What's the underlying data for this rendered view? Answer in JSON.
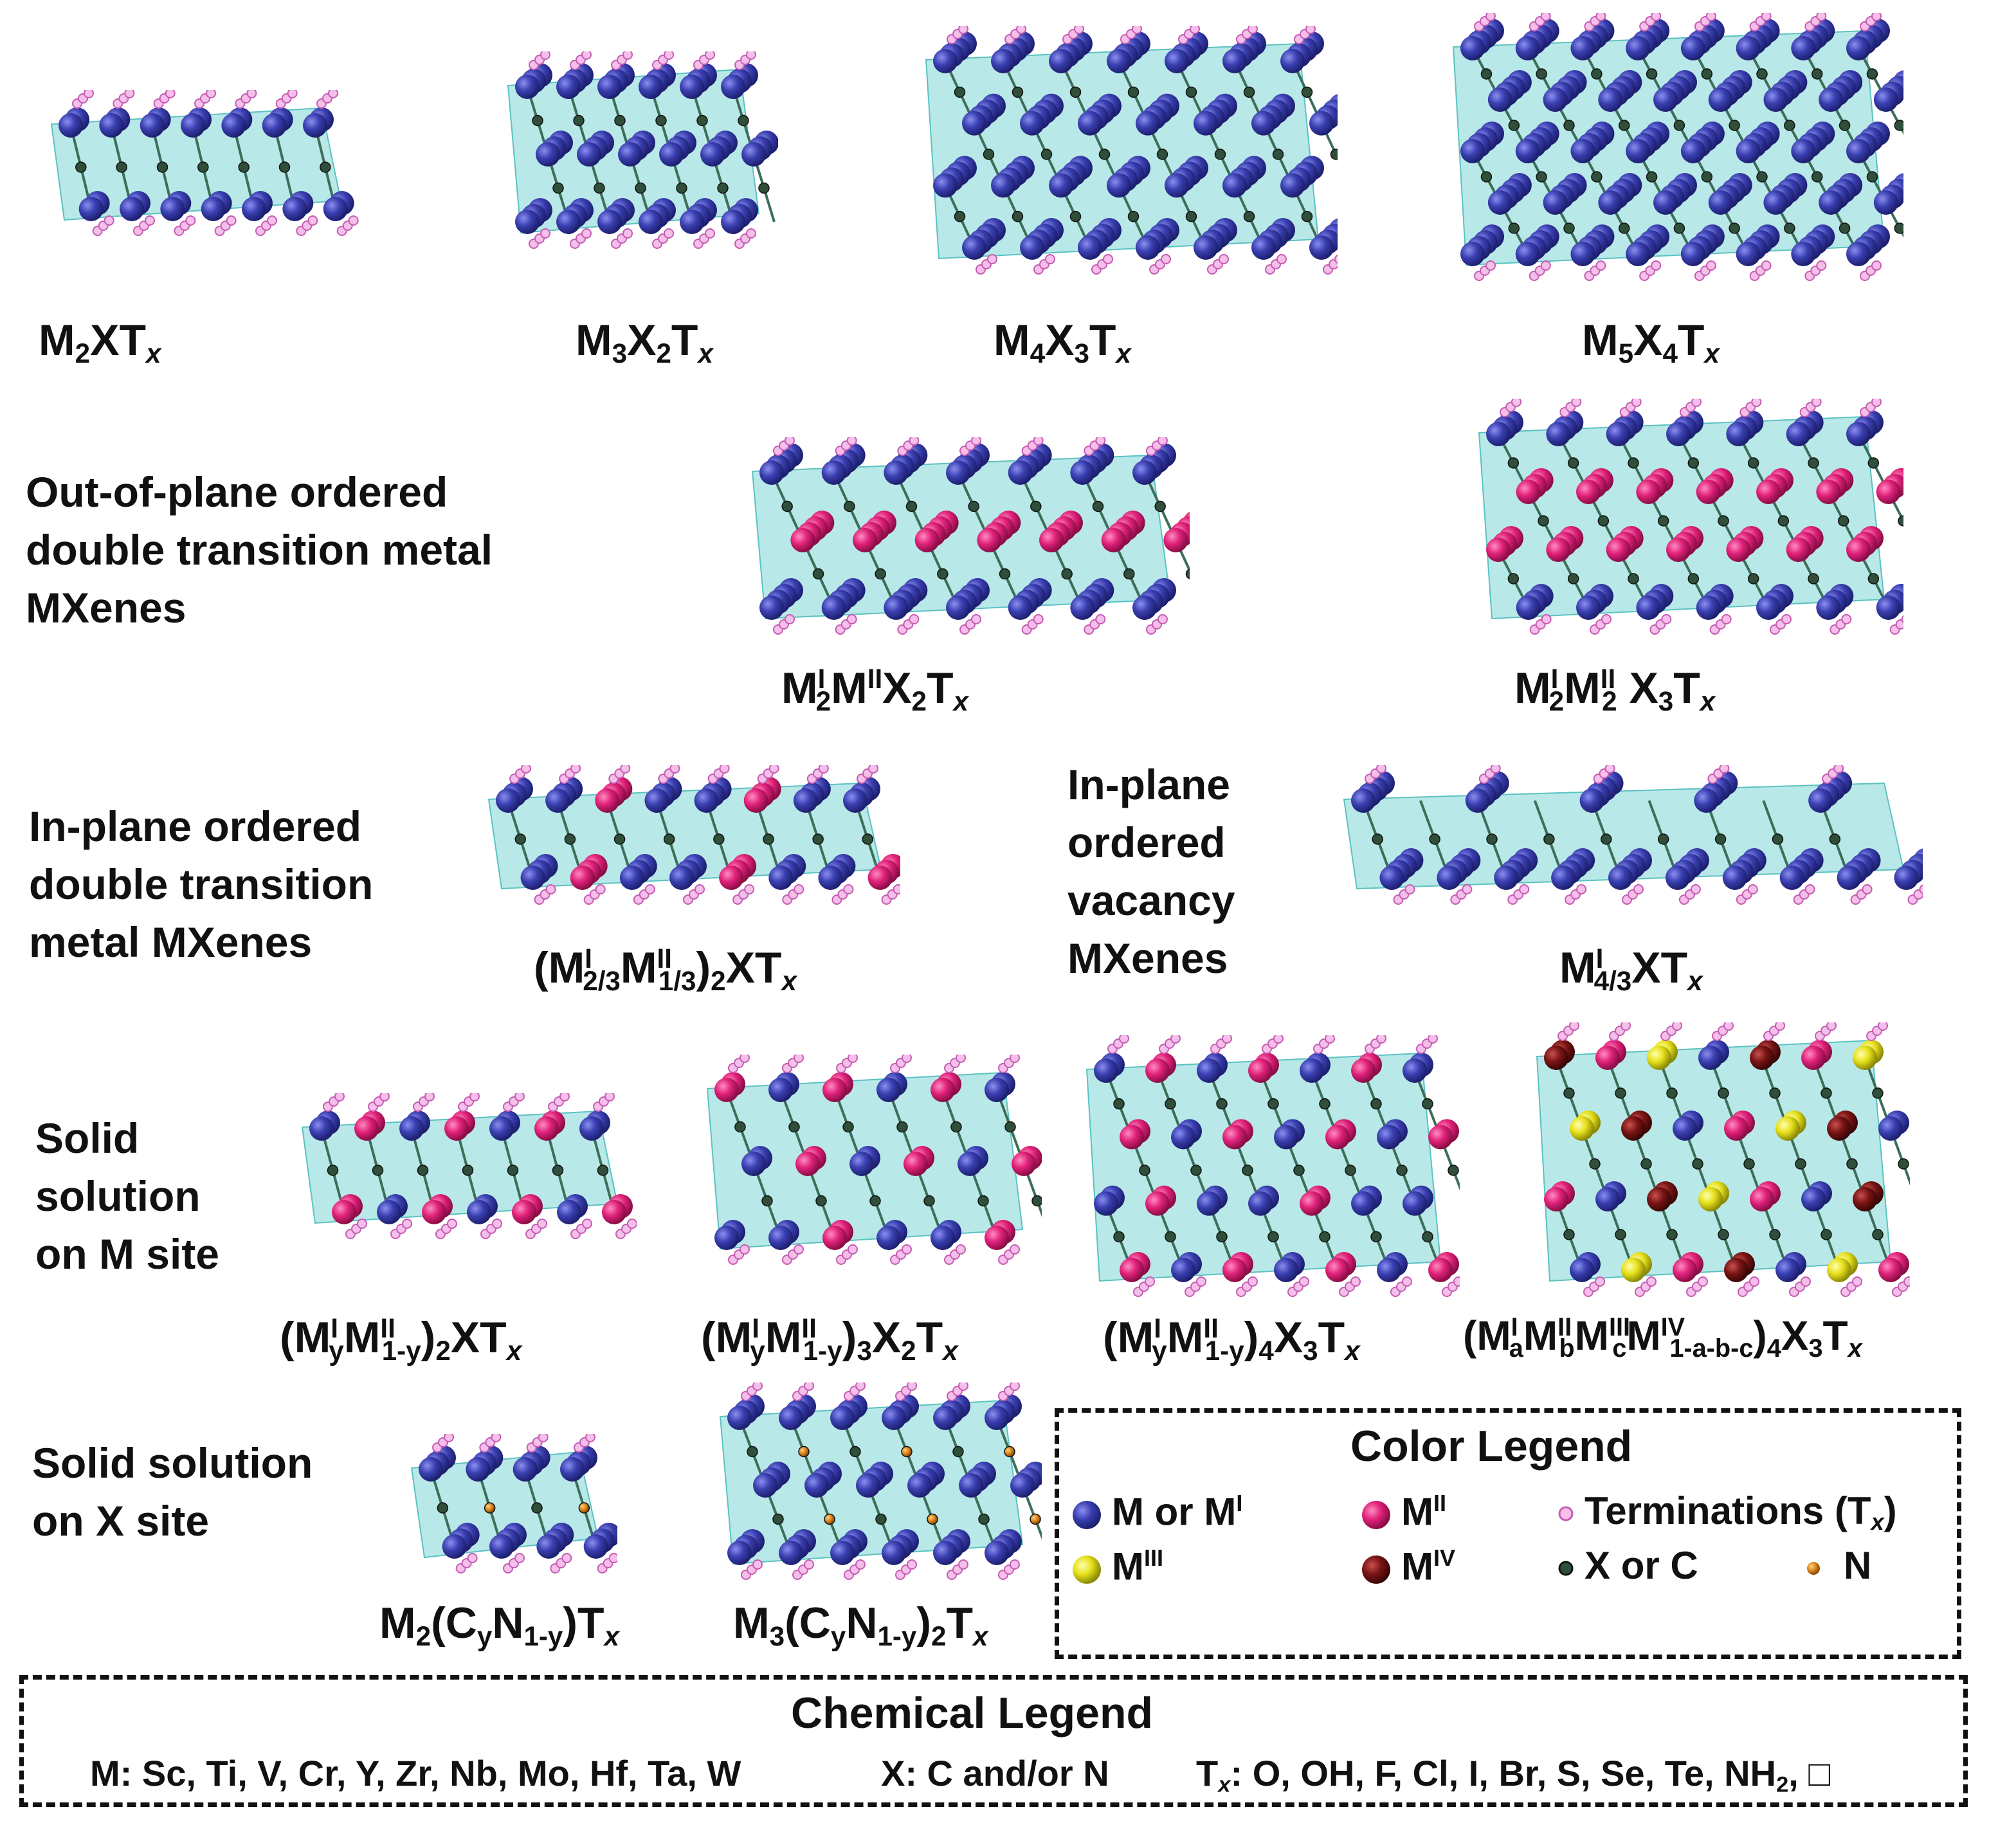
{
  "row1": {
    "f1": {
      "a": "M",
      "s1": "2",
      "b": "XT",
      "t": "x"
    },
    "f2": {
      "a": "M",
      "s1": "3",
      "b": "X",
      "s2": "2",
      "c": "T",
      "t": "x"
    },
    "f3": {
      "a": "M",
      "s1": "4",
      "b": "X",
      "s2": "3",
      "c": "T",
      "t": "x"
    },
    "f4": {
      "a": "M",
      "s1": "5",
      "b": "X",
      "s2": "4",
      "c": "T",
      "t": "x"
    }
  },
  "row2": {
    "category": [
      "Out-of-plane ordered",
      "double transition metal",
      "MXenes"
    ],
    "f1": {
      "a": "M",
      "p1": "I",
      "s1": "2",
      "b": "M",
      "p2": "II",
      "c": "X",
      "s2": "2",
      "d": "T",
      "t": "x"
    },
    "f2": {
      "a": "M",
      "p1": "I",
      "s1": "2",
      "b": "M",
      "p2": "II",
      "s2": "2",
      "c": " X",
      "s3": "3",
      "d": "T",
      "t": "x"
    }
  },
  "row3": {
    "category_left": [
      "In-plane ordered",
      "double transition",
      "metal MXenes"
    ],
    "category_right": [
      "In-plane",
      "ordered",
      "vacancy",
      "MXenes"
    ],
    "f1": {
      "o": "(M",
      "p1": "I",
      "s1": "2/3",
      "b": "M",
      "p2": "II",
      "s2": "1/3",
      "c": ")",
      "s3": "2",
      "d": "XT",
      "t": "x"
    },
    "f2": {
      "a": "M",
      "p1": "I",
      "s1": "4/3",
      "b": "XT",
      "t": "x"
    }
  },
  "row4": {
    "category": [
      "Solid",
      "solution",
      "on M site"
    ],
    "f1": {
      "o": "(M",
      "p1": "I",
      "y": "y",
      "b": "M",
      "p2": "II",
      "s1": "1-y",
      "c": ")",
      "s2": "2",
      "d": "XT",
      "t": "x"
    },
    "f2": {
      "o": "(M",
      "p1": "I",
      "y": "y",
      "b": "M",
      "p2": "II",
      "s1": "1-y",
      "c": ")",
      "s2": "3",
      "d": "X",
      "s3": "2",
      "e": "T",
      "t": "x"
    },
    "f3": {
      "o": "(M",
      "p1": "I",
      "y": "y",
      "b": "M",
      "p2": "II",
      "s1": "1-y",
      "c": ")",
      "s2": "4",
      "d": "X",
      "s3": "3",
      "e": "T",
      "t": "x"
    },
    "f4": {
      "o": "(M",
      "p1": "I",
      "sa": "a",
      "b": "M",
      "p2": "II",
      "sb": "b",
      "c": "M",
      "p3": "III",
      "sc": "c",
      "d": "M",
      "p4": "IV",
      "s1": "1-a-b-c",
      "e": ")",
      "s2": "4",
      "f": "X",
      "s3": "3",
      "g": "T",
      "t": "x"
    }
  },
  "row5": {
    "category": [
      "Solid solution",
      "on X site"
    ],
    "f1": {
      "a": "M",
      "s1": "2",
      "b": "(C",
      "y": "y",
      "c": "N",
      "s2": "1-y",
      "d": ")T",
      "t": "x"
    },
    "f2": {
      "a": "M",
      "s1": "3",
      "b": "(C",
      "y": "y",
      "c": "N",
      "s2": "1-y",
      "d": ")",
      "s3": "2",
      "e": "T",
      "t": "x"
    }
  },
  "color_legend": {
    "title": "Color Legend",
    "m": {
      "a": "M or M",
      "p": "I"
    },
    "m2": {
      "a": "M",
      "p": "II"
    },
    "term": {
      "a": "Terminations (T",
      "s": "x",
      "b": ")"
    },
    "m3": {
      "a": "M",
      "p": "III"
    },
    "m4": {
      "a": "M",
      "p": "IV"
    },
    "xc": "X or C",
    "n": "N"
  },
  "chemical_legend": {
    "title": "Chemical Legend",
    "m_list": "M: Sc, Ti, V, Cr, Y, Zr, Nb, Mo, Hf, Ta, W",
    "x_list": "X: C and/or N",
    "t_a": "T",
    "t_s": "x",
    "t_b": ": O, OH, F, Cl, I, Br, S, Se, Te, NH",
    "t_s2": "2",
    "t_c": ", □"
  },
  "colors": {
    "m_blue": "#3a3fb0",
    "m2_pink": "#e0217a",
    "m3_yellow": "#e6e01a",
    "m4_dark_red": "#7a1414",
    "termination": "#e58ed8",
    "x_carbon": "#2f4f3a",
    "n_orange": "#e08a1e",
    "octahedra": "#7fd6d6"
  }
}
